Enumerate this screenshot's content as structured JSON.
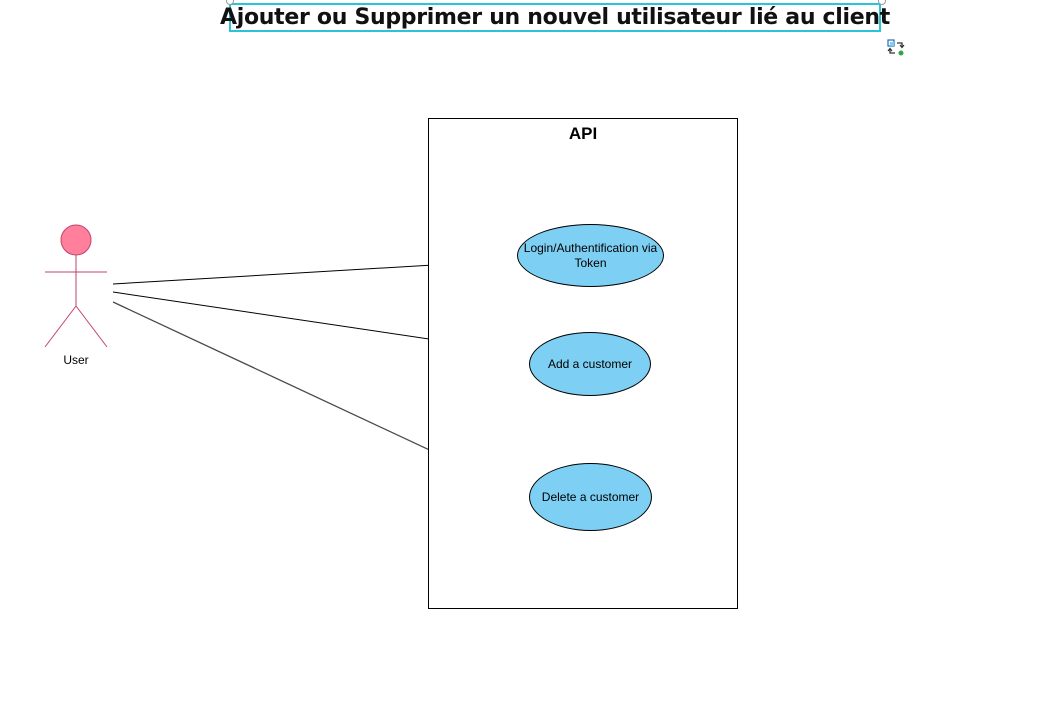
{
  "diagram": {
    "title": "Ajouter ou Supprimer un nouvel utilisateur lié au client",
    "system": {
      "label": "API"
    },
    "actor": {
      "label": "User",
      "head_color": "#ff7f9c",
      "stroke_color": "#c2436a"
    },
    "use_cases": [
      {
        "label": "Login/Authentification via Token"
      },
      {
        "label": "Add a customer"
      },
      {
        "label": "Delete a customer"
      }
    ],
    "use_case_fill": "#7dcff3",
    "selection_color": "#2bc3d8"
  }
}
